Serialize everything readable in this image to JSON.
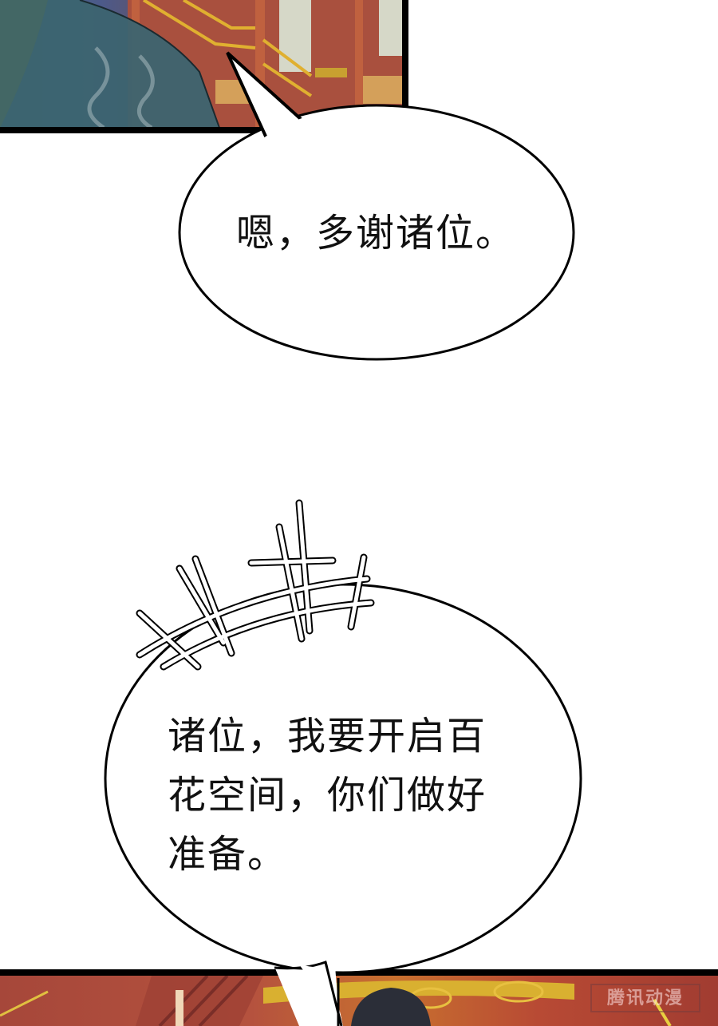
{
  "page": {
    "type": "webcomic-strip",
    "background_color": "#ffffff"
  },
  "panels": [
    {
      "id": "panel-top",
      "description": "character in teal/purple robe in front of red palace building with gold railings"
    },
    {
      "id": "panel-bottom",
      "description": "red and gold ornate palace interior, dark-haired character's head"
    }
  ],
  "bubbles": [
    {
      "id": "bubble-1",
      "text": "嗯，多谢诸位。",
      "style": "oval"
    },
    {
      "id": "bubble-2",
      "text": "诸位，我要开启百\n花空间，你们做好\n准备。",
      "style": "round-emphasis",
      "effect": "hatched-emphasis-marks"
    }
  ],
  "watermark": {
    "text": "腾讯动漫"
  },
  "colors": {
    "border": "#000000",
    "palace_red": "#b5523e",
    "gold": "#d9b030",
    "robe": "#3e6e78"
  }
}
